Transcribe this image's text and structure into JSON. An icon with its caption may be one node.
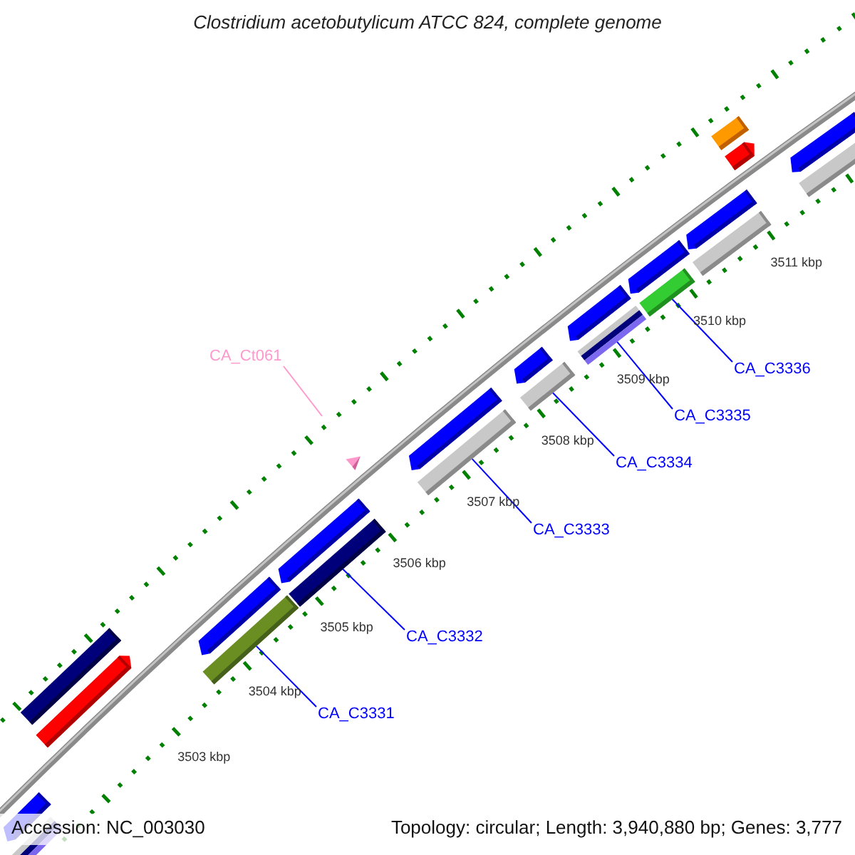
{
  "diagram": {
    "title": "Clostridium acetobutylicum ATCC 824, complete genome",
    "nodes": [
      {
        "text": [
          "CA_Ct061"
        ]
      },
      {
        "text": [
          "CA_C3336"
        ]
      },
      {
        "text": [
          "CA_C3335"
        ]
      },
      {
        "text": [
          "CA_C3334"
        ]
      },
      {
        "text": [
          "CA_C3333"
        ]
      },
      {
        "text": [
          "CA_C3332"
        ]
      },
      {
        "text": [
          "CA_C3331"
        ]
      },
      {
        "text": [],
        "shape": "bar"
      },
      {
        "text": [],
        "shape": "bar"
      },
      {
        "text": [],
        "shape": "bar"
      },
      {
        "text": [],
        "shape": "bar"
      },
      {
        "text": [],
        "shape": "bar"
      },
      {
        "text": [],
        "shape": "bar"
      },
      {
        "text": [],
        "shape": "bar"
      },
      {
        "text": [],
        "shape": "bar"
      },
      {
        "text": [],
        "shape": "triangle"
      },
      {
        "text": [],
        "shape": "bar"
      },
      {
        "text": [],
        "shape": "bar"
      },
      {
        "text": [],
        "shape": "bar"
      },
      {
        "text": [],
        "shape": "bar"
      },
      {
        "text": [],
        "shape": "bar"
      },
      {
        "text": [],
        "shape": "bar"
      },
      {
        "text": [],
        "shape": "bar"
      },
      {
        "text": [],
        "shape": "bar"
      },
      {
        "text": [],
        "shape": "bar"
      },
      {
        "text": [],
        "shape": "bar"
      },
      {
        "text": [],
        "shape": "bar"
      },
      {
        "text": [],
        "shape": "bar"
      },
      {
        "text": [],
        "shape": "bar"
      },
      {
        "text": [],
        "shape": "bar"
      }
    ],
    "edges": [
      {
        "from": 0,
        "to": null,
        "arrow": "none",
        "color": "#ff99cc"
      },
      {
        "from": 1,
        "to": 23,
        "arrow": "none"
      },
      {
        "from": 2,
        "to": 21,
        "arrow": "none"
      },
      {
        "from": 3,
        "to": 19,
        "arrow": "none"
      },
      {
        "from": 4,
        "to": 17,
        "arrow": "none"
      },
      {
        "from": 5,
        "to": 14,
        "arrow": "none"
      },
      {
        "from": 6,
        "to": 12,
        "arrow": "none"
      }
    ],
    "labels": [
      "3511 kbp",
      "3510 kbp",
      "3509 kbp",
      "3508 kbp",
      "3507 kbp",
      "3506 kbp",
      "3505 kbp",
      "3504 kbp",
      "3503 kbp",
      "Accession: NC_003030",
      "Topology: circular; Length: 3,940,880 bp; Genes: 3,777"
    ]
  }
}
